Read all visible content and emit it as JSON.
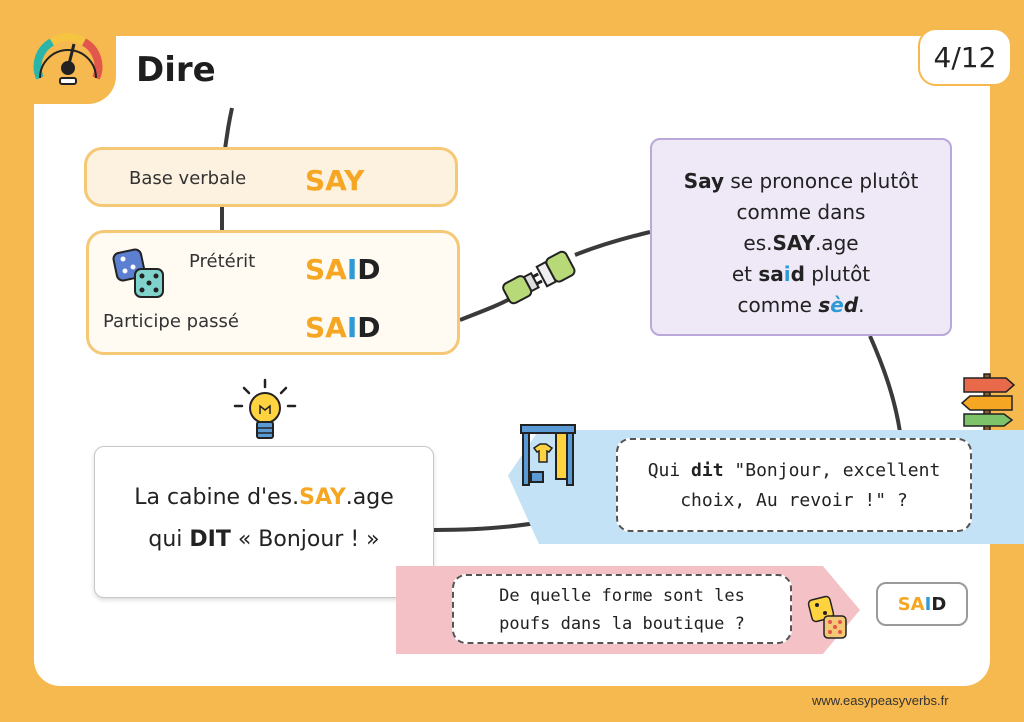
{
  "title": "Dire",
  "page": "4/12",
  "forms": {
    "base_label": "Base verbale",
    "base_value": "SAY",
    "preterit_label": "Prétérit",
    "participle_label": "Participe passé",
    "past_value_sa": "SA",
    "past_value_i": "I",
    "past_value_d": "D"
  },
  "pronunciation": {
    "say": "Say",
    "l1_rest": " se prononce plutôt",
    "l2": "comme dans",
    "l3_a": "es.",
    "l3_b": "SAY",
    "l3_c": ".age",
    "l4_a": "et ",
    "l4_sa": "sa",
    "l4_i": "i",
    "l4_d": "d",
    "l4_rest": " plutôt",
    "l5_a": "comme ",
    "l5_s": "s",
    "l5_e": "è",
    "l5_d": "d",
    "l5_end": "."
  },
  "mnemonic": {
    "l1_a": "La cabine d'es.",
    "l1_b": "SAY",
    "l1_c": ".age",
    "l2_a": "qui ",
    "l2_b": "DIT",
    "l2_c": " « Bonjour ! »"
  },
  "question1": {
    "a": "Qui ",
    "b": "dit",
    "c": " \"Bonjour, excellent",
    "d": "choix, Au revoir !\" ?"
  },
  "question2": {
    "l1": "De quelle forme sont les",
    "l2": "poufs dans la boutique ?"
  },
  "answer": {
    "sa": "SA",
    "i": "I",
    "d": "D"
  },
  "footer": "www.easypeasyverbs.fr",
  "colors": {
    "background": "#f6b94f",
    "accent_orange": "#f5a623",
    "accent_blue": "#2e9bd6"
  },
  "icons": [
    "gauge-icon",
    "dice-icon",
    "plug-icon",
    "lightbulb-icon",
    "fitting-room-icon",
    "signpost-icon",
    "dice-small-icon"
  ]
}
